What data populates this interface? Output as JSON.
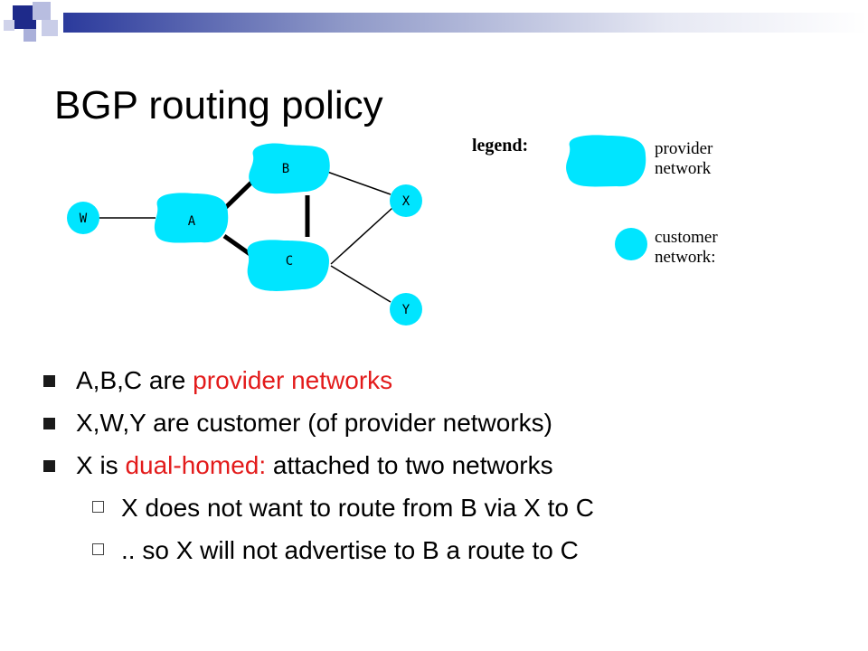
{
  "title": "BGP routing policy",
  "diagram": {
    "nodes": {
      "A": "A",
      "B": "B",
      "C": "C",
      "W": "W",
      "X": "X",
      "Y": "Y"
    }
  },
  "legend": {
    "title": "legend:",
    "provider_line1": "provider",
    "provider_line2": "network",
    "customer_line1": "customer",
    "customer_line2": "network:"
  },
  "bullets": [
    {
      "before": "A,B,C are ",
      "highlight": "provider  networks",
      "after": ""
    },
    {
      "before": "X,W,Y are customer (of provider networks)",
      "highlight": "",
      "after": ""
    },
    {
      "before": "X is ",
      "highlight": "dual-homed:",
      "after": " attached to two networks"
    }
  ],
  "sub_bullets": [
    "X does not want to route from B via X to C",
    ".. so X will not advertise to B a route to C"
  ],
  "colors": {
    "network_fill": "#00e5ff",
    "highlight": "#e31b1b",
    "header_bar": "#2b3a9c"
  }
}
